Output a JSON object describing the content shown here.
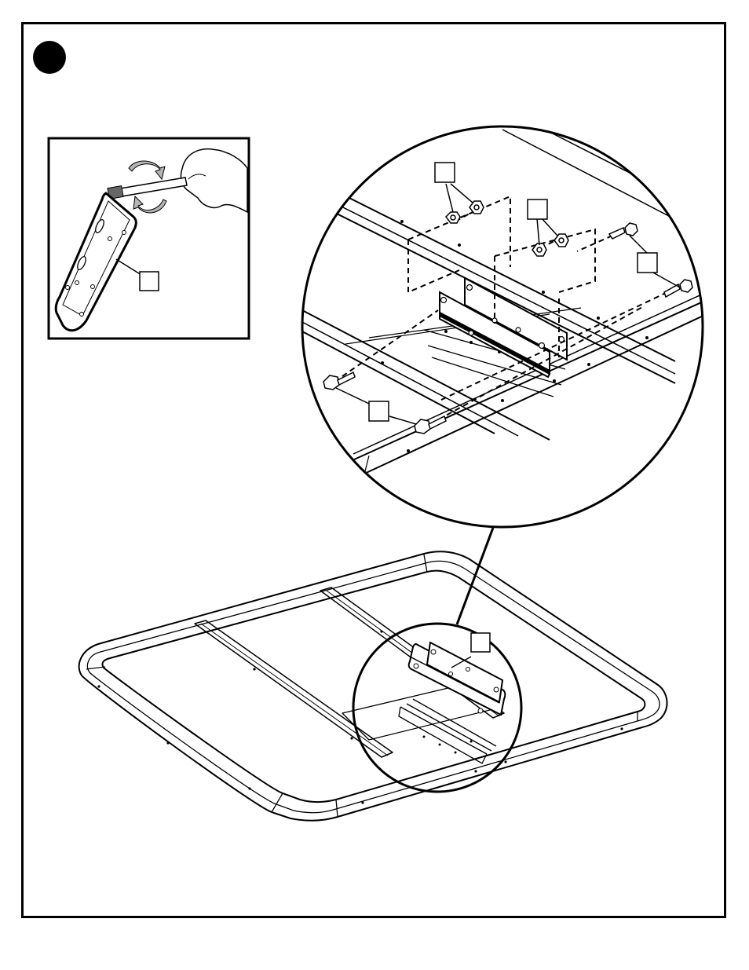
{
  "step": {
    "number_label": ""
  },
  "callouts": [
    {
      "id": "inset-plate",
      "label": ""
    },
    {
      "id": "nuts-left",
      "label": ""
    },
    {
      "id": "nuts-right",
      "label": ""
    },
    {
      "id": "bolts-right",
      "label": ""
    },
    {
      "id": "bolts-left",
      "label": ""
    },
    {
      "id": "brackets",
      "label": ""
    }
  ],
  "colors": {
    "line": "#000000",
    "background": "#ffffff",
    "shade": "#b5b5b5"
  }
}
